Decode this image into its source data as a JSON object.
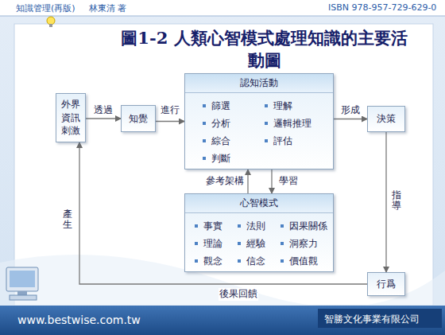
{
  "diagram": {
    "title": "圖1-2 人類心智模式處理知識的主要活動圖",
    "nodes": [
      {
        "text": [
          "外界 資訊 刺激"
        ]
      },
      {
        "text": [
          "知覺"
        ]
      },
      {
        "text": [
          "認知活動",
          "篩選",
          "分析",
          "綜合",
          "判斷",
          "理解",
          "邏輯推理",
          "評估"
        ]
      },
      {
        "text": [
          "決策"
        ]
      },
      {
        "text": [
          "心智模式",
          "事實",
          "理論",
          "觀念",
          "法則",
          "經驗",
          "信念",
          "因果關係",
          "洞察力",
          "價值觀"
        ]
      },
      {
        "text": [
          "行爲"
        ]
      }
    ],
    "edges": [
      {
        "from": 0,
        "to": 1,
        "label": "透過",
        "arrow": "to"
      },
      {
        "from": 1,
        "to": 2,
        "label": "進行",
        "arrow": "to"
      },
      {
        "from": 2,
        "to": 3,
        "label": "形成",
        "arrow": "to"
      },
      {
        "from": 3,
        "to": 5,
        "label": "指導",
        "arrow": "to"
      },
      {
        "from": 5,
        "to": 0,
        "label": "後果回饋",
        "arrow": "to"
      },
      {
        "from": 4,
        "to": 2,
        "label": "參考架構",
        "arrow": "to"
      },
      {
        "from": 2,
        "to": 4,
        "label": "學習",
        "arrow": "to"
      }
    ],
    "labels": [
      "知識管理(再版)",
      "林東清 著",
      "ISBN 978-957-729-629-0",
      "產生",
      "www.bestwise.com.tw",
      "智勝文化事業有限公司"
    ]
  }
}
